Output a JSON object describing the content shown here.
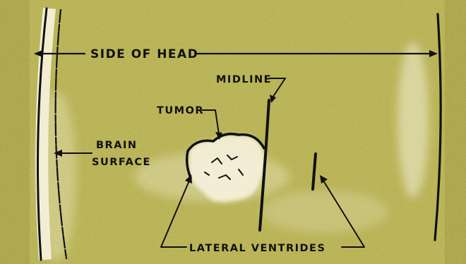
{
  "colors": {
    "film_background": "#b9b356",
    "film_shadow": "#a29c45",
    "echo_white": "#f4f0d8",
    "ink": "#111111"
  },
  "labels": {
    "side_of_head": "SIDE OF HEAD",
    "midline": "MIDLINE",
    "tumor": "TUMOR",
    "brain": "BRAIN",
    "surface": "SURFACE",
    "lateral_ventricles": "LATERAL VENTRIDES"
  }
}
